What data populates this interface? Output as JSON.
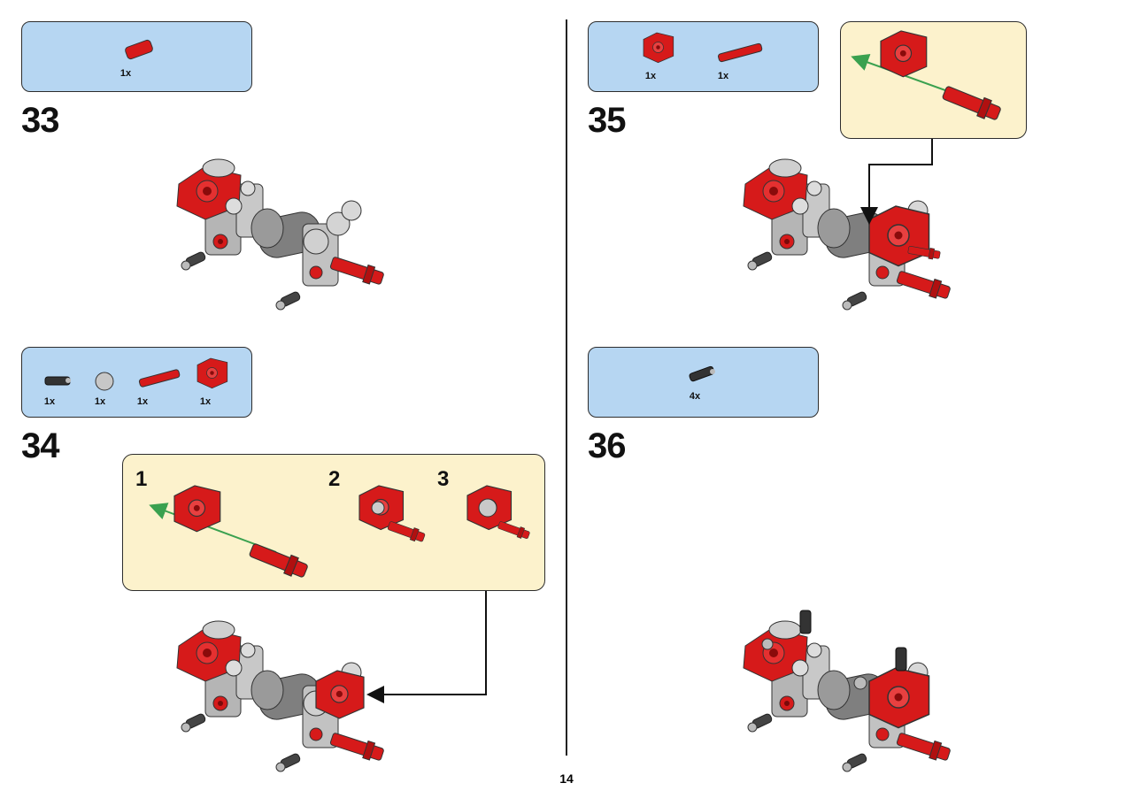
{
  "page": {
    "number": "14"
  },
  "steps": [
    {
      "number": "33",
      "parts": [
        {
          "icon": "red-connector-icon",
          "qty": "1x"
        }
      ]
    },
    {
      "number": "34",
      "parts": [
        {
          "icon": "black-pin-icon",
          "qty": "1x"
        },
        {
          "icon": "gray-bush-icon",
          "qty": "1x"
        },
        {
          "icon": "red-axle-pin-icon",
          "qty": "1x"
        },
        {
          "icon": "red-block-icon",
          "qty": "1x"
        }
      ],
      "substeps": [
        {
          "number": "1"
        },
        {
          "number": "2"
        },
        {
          "number": "3"
        }
      ]
    },
    {
      "number": "35",
      "parts": [
        {
          "icon": "red-block-icon",
          "qty": "1x"
        },
        {
          "icon": "red-axle-pin-icon",
          "qty": "1x"
        }
      ]
    },
    {
      "number": "36",
      "parts": [
        {
          "icon": "black-pin-icon",
          "qty": "4x"
        }
      ]
    }
  ],
  "colors": {
    "parts_box": "#b6d6f2",
    "substep_box": "#fcf2cc",
    "red": "#d61a1a",
    "gray": "#b9b9b9",
    "green_arrow": "#3aa14f"
  }
}
